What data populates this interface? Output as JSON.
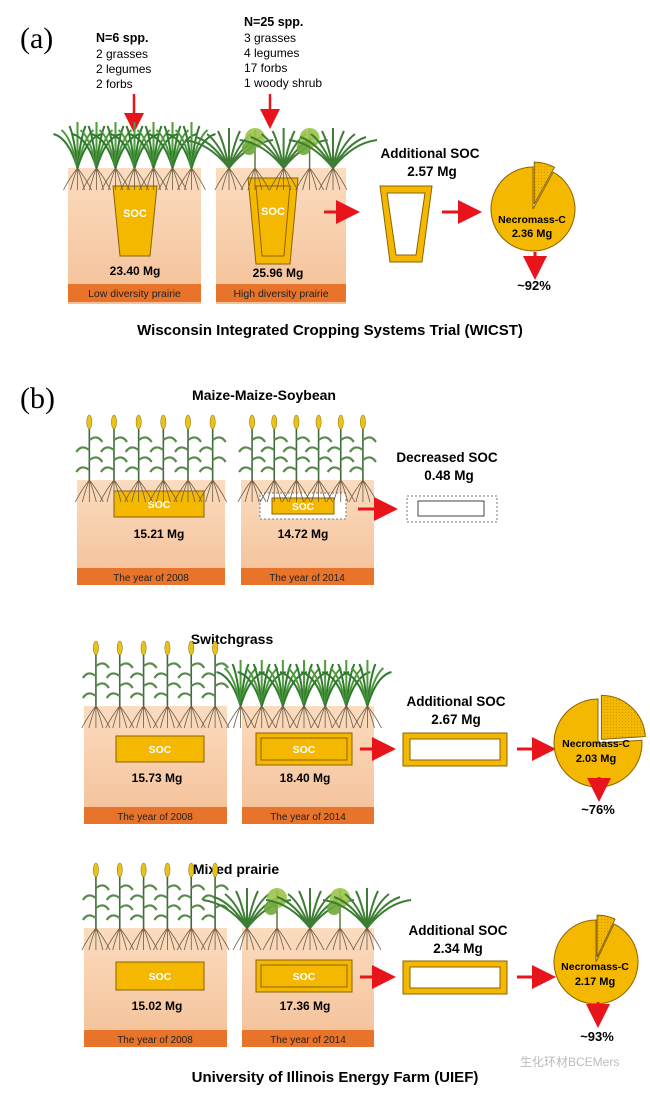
{
  "panel_a": {
    "label": "(a)",
    "low": {
      "species_title": "N=6 spp.",
      "species_lines": [
        "2 grasses",
        "2 legumes",
        "2 forbs"
      ],
      "soc_label": "SOC",
      "value": "23.40 Mg",
      "caption": "Low diversity prairie"
    },
    "high": {
      "species_title": "N=25 spp.",
      "species_lines": [
        "3 grasses",
        "4 legumes",
        "17 forbs",
        "1 woody shrub"
      ],
      "soc_label": "SOC",
      "value": "25.96 Mg",
      "caption": "High diversity prairie"
    },
    "additional_title": "Additional SOC",
    "additional_value": "2.57 Mg",
    "pie_label": "Necromass-C",
    "pie_value": "2.36 Mg",
    "pie_fraction": 0.92,
    "percent": "~92%",
    "site_title": "Wisconsin Integrated Cropping Systems Trial (WICST)"
  },
  "panel_b": {
    "label": "(b)",
    "mms": {
      "title": "Maize-Maize-Soybean",
      "soc_label": "SOC",
      "v2008": "15.21 Mg",
      "v2014": "14.72 Mg",
      "cap2008": "The year of 2008",
      "cap2014": "The year of 2014",
      "change_title": "Decreased SOC",
      "change_value": "0.48 Mg"
    },
    "switchgrass": {
      "title": "Switchgrass",
      "soc_label": "SOC",
      "v2008": "15.73 Mg",
      "v2014": "18.40 Mg",
      "cap2008": "The year of 2008",
      "cap2014": "The year of 2014",
      "change_title": "Additional SOC",
      "change_value": "2.67 Mg",
      "pie_label": "Necromass-C",
      "pie_value": "2.03 Mg",
      "pie_fraction": 0.76,
      "percent": "~76%"
    },
    "mixed": {
      "title": "Mixed prairie",
      "soc_label": "SOC",
      "v2008": "15.02 Mg",
      "v2014": "17.36 Mg",
      "cap2008": "The year of 2008",
      "cap2014": "The year of 2014",
      "change_title": "Additional SOC",
      "change_value": "2.34 Mg",
      "pie_label": "Necromass-C",
      "pie_value": "2.17 Mg",
      "pie_fraction": 0.93,
      "percent": "~93%"
    },
    "site_title": "University of Illinois Energy Farm (UIEF)",
    "watermark": "生化环材BCEMers"
  },
  "colors": {
    "soil": "#f7c9a0",
    "soil_top": "#fbd9b9",
    "caption_bar": "#e8732a",
    "soc_fill": "#f5b800",
    "soc_stroke": "#8a6200",
    "arrow": "#e8141b",
    "pie": "#f5b800"
  }
}
